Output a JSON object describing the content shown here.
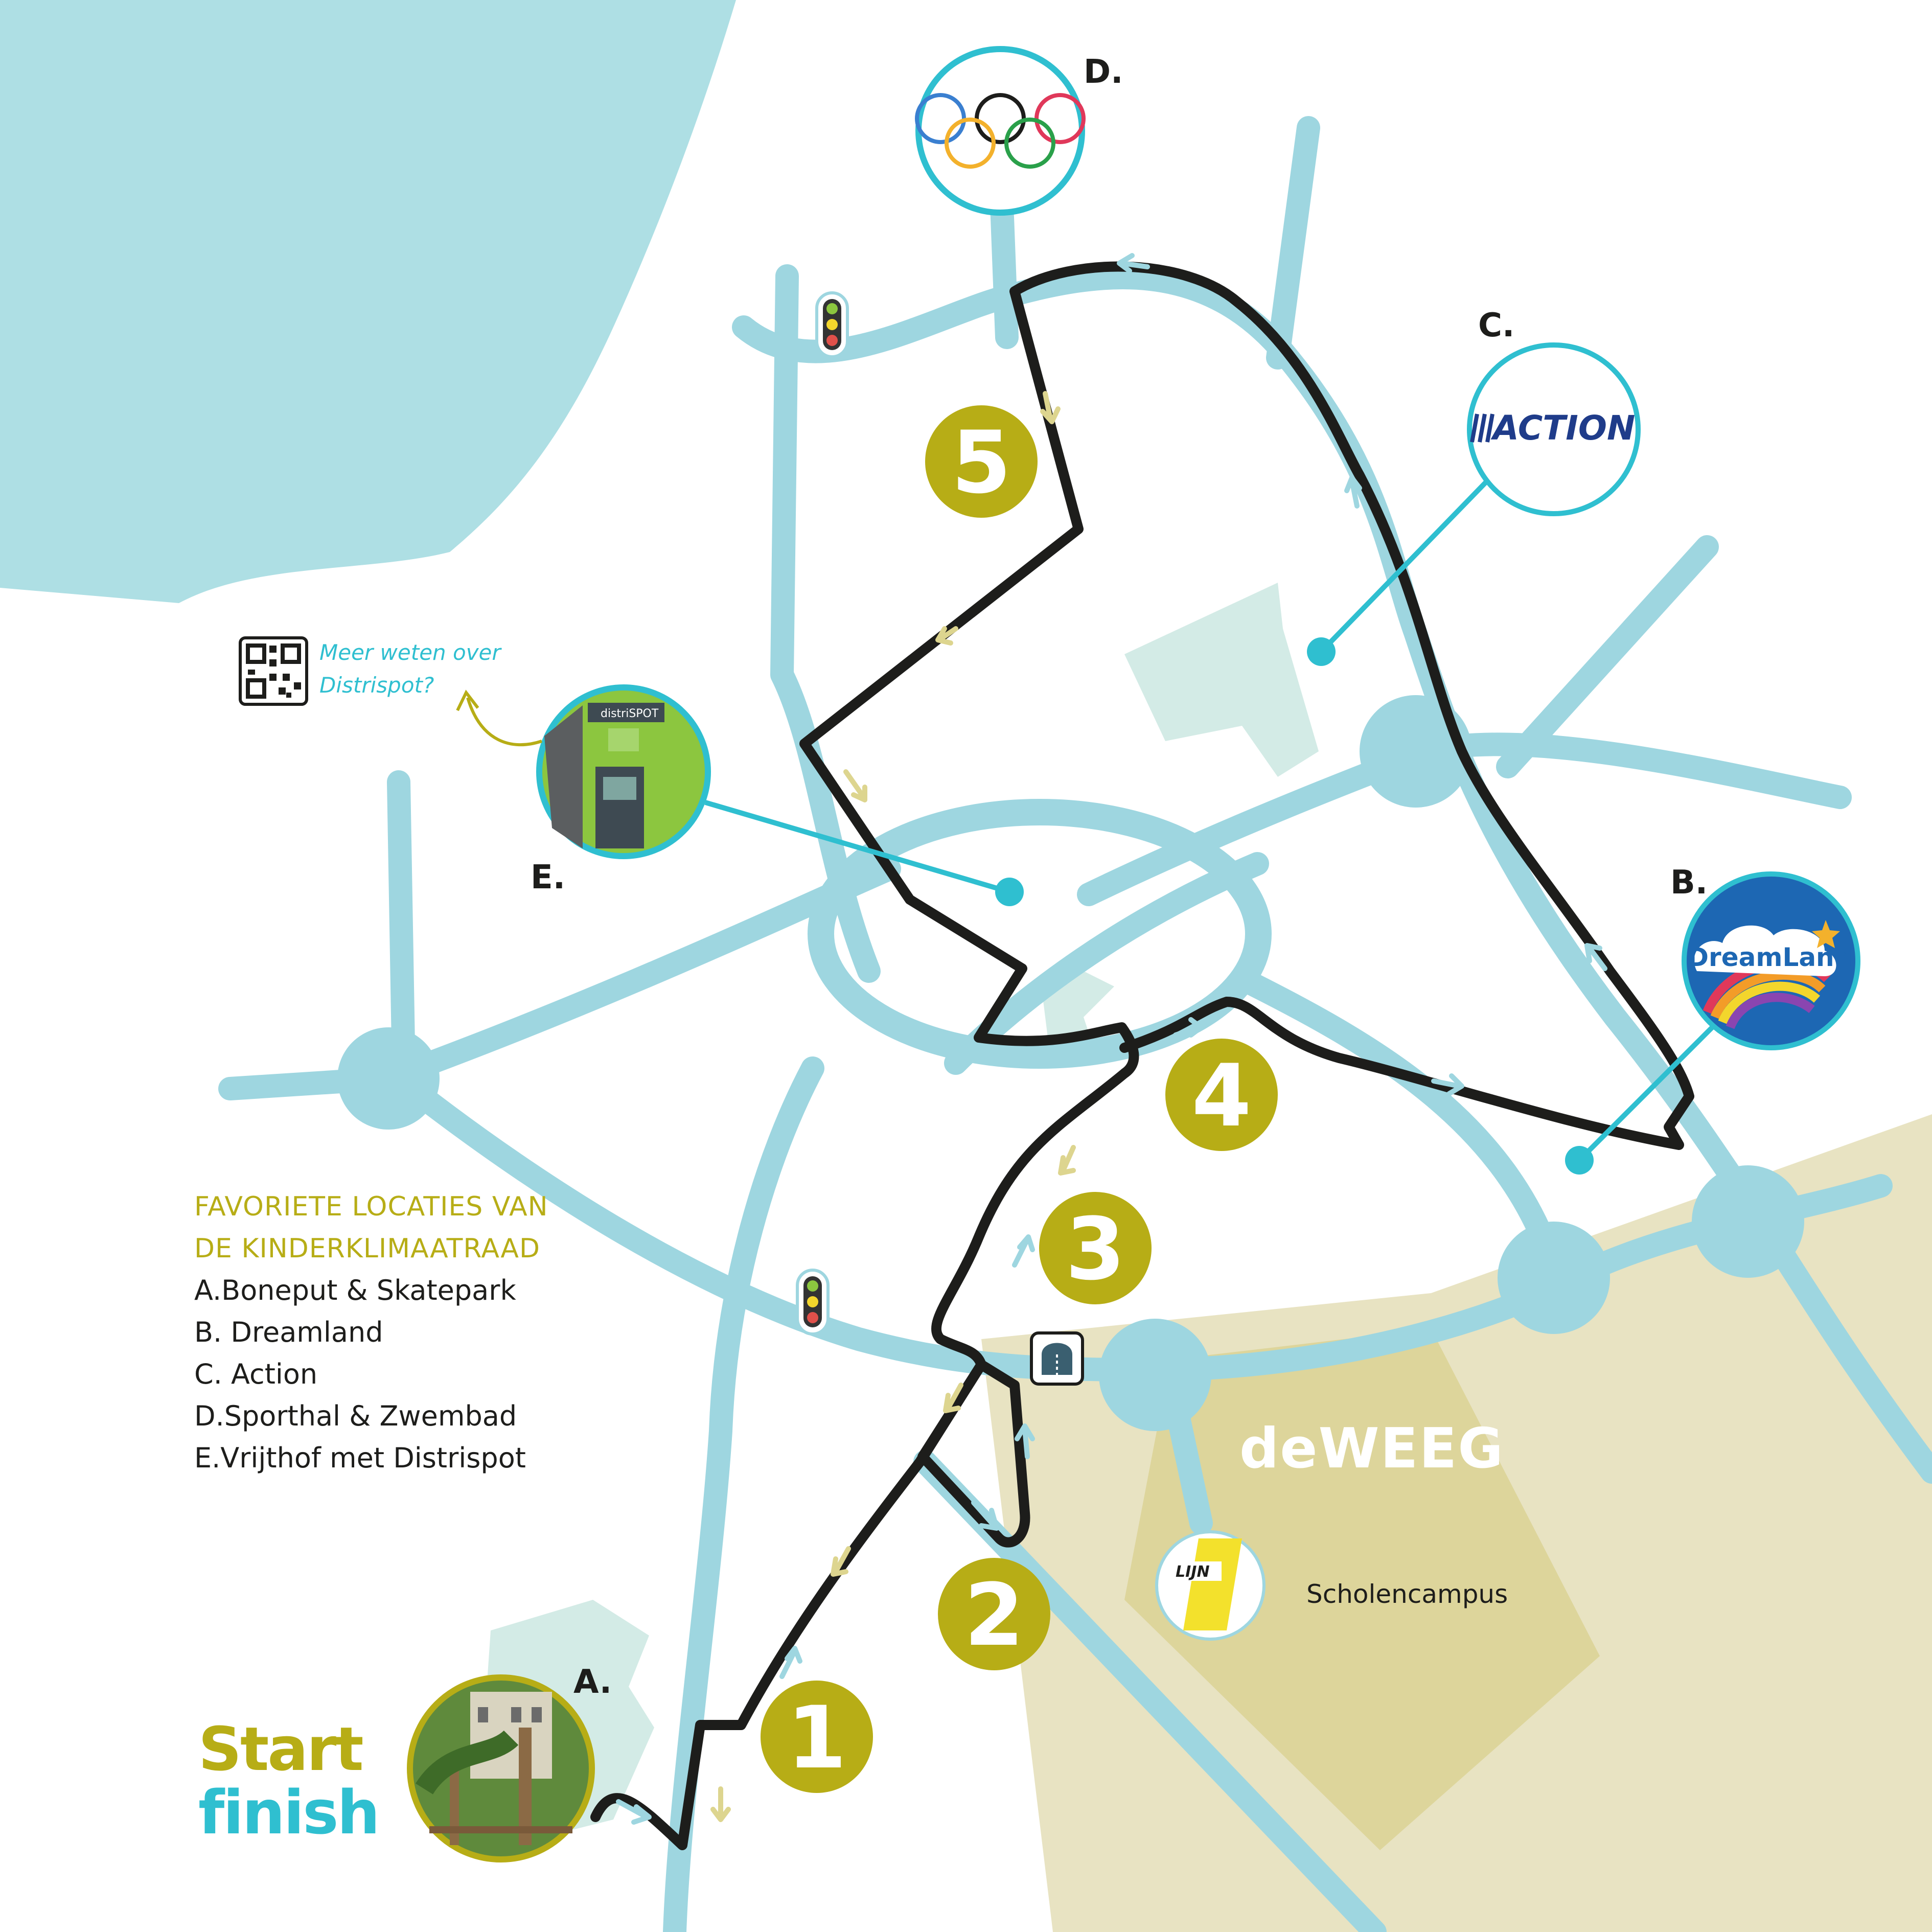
{
  "map": {
    "locations": [
      {
        "letter": "A.",
        "name": "Boneput & Skatepark"
      },
      {
        "letter": "B.",
        "name": "Dreamland"
      },
      {
        "letter": "C.",
        "name": "Action"
      },
      {
        "letter": "D.",
        "name": "Sporthal & Zwembad"
      },
      {
        "letter": "E.",
        "name": "Vrijthof met Distrispot"
      }
    ],
    "steps": [
      "1",
      "2",
      "3",
      "4",
      "5"
    ],
    "legend": {
      "title_line1": "FAVORIETE LOCATIES VAN",
      "title_line2": "DE KINDERKLIMAATRAAD",
      "items": [
        "A.Boneput & Skatepark",
        "B. Dreamland",
        "C. Action",
        "D.Sporthal & Zwembad",
        "E.Vrijthof met Distrispot"
      ]
    },
    "start_label": "Start",
    "finish_label": "finish",
    "qr_note_line1": "Meer weten over",
    "qr_note_line2": "Distrispot?",
    "campus_label": "Scholencampus",
    "weeg_logo_text": "deWEEG",
    "action_logo_text": "ACTION",
    "dreamland_logo_text": "DreamLand",
    "distrispot_sign_text": "distriSPOT",
    "lijn_logo_text": "LIJN",
    "icons": [
      "traffic-light-icon",
      "tunnel-icon",
      "olympic-rings-icon",
      "qr-code-icon",
      "route-arrow-icon",
      "bus-stop-icon"
    ],
    "colors": {
      "water": "#aedfe4",
      "road": "#9ed6e0",
      "route": "#1d1d1b",
      "campus": "#e8e3c2",
      "campus_inner": "#ddd59b",
      "park": "#d3ebe6",
      "step_gold": "#b7ad16",
      "accent_cyan": "#2fbfd0"
    }
  }
}
